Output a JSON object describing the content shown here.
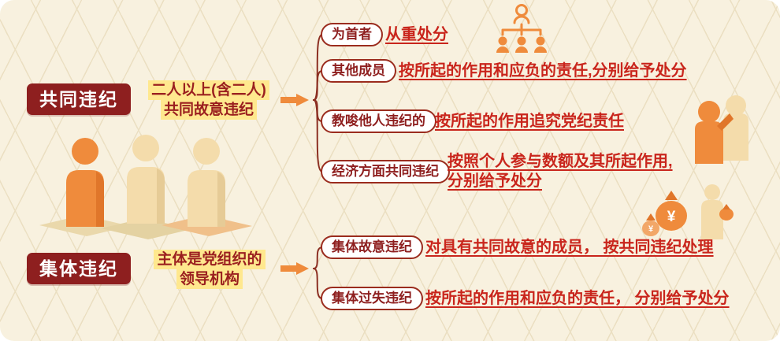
{
  "palette": {
    "background": "#f8f1df",
    "grid_line": "#ebdfc2",
    "maroon": "#8e1f1f",
    "red": "#c9251c",
    "orange": "#ef8b3c",
    "yellow_highlight": "#ffe88e"
  },
  "groups": [
    {
      "title": "共同违纪",
      "condition_line1": "二人以上(含二人)",
      "condition_line2": "共同故意违纪",
      "branches": [
        {
          "label": "为首者",
          "desc": "从重处分"
        },
        {
          "label": "其他成员",
          "desc": "按所起的作用和应负的责任,分别给予处分"
        },
        {
          "label": "教唆他人违纪的",
          "desc": "按所起的作用追究党纪责任"
        },
        {
          "label": "经济方面共同违纪",
          "desc": "按照个人参与数额及其所起作用,分别给予处分"
        }
      ]
    },
    {
      "title": "集体违纪",
      "condition_line1": "主体是党组织的",
      "condition_line2": "领导机构",
      "branches": [
        {
          "label": "集体故意违纪",
          "desc": "对具有共同故意的成员， 按共同违纪处理"
        },
        {
          "label": "集体过失违纪",
          "desc": "按所起的作用和应负的责任， 分别给予处分"
        }
      ]
    }
  ],
  "icons": {
    "org_chart": "org-chart-icon",
    "three_figures": "three-figures-illustration",
    "whisper_figures": "whisper-figures-illustration",
    "money_bags": "money-bags-illustration",
    "money_symbol": "¥"
  }
}
